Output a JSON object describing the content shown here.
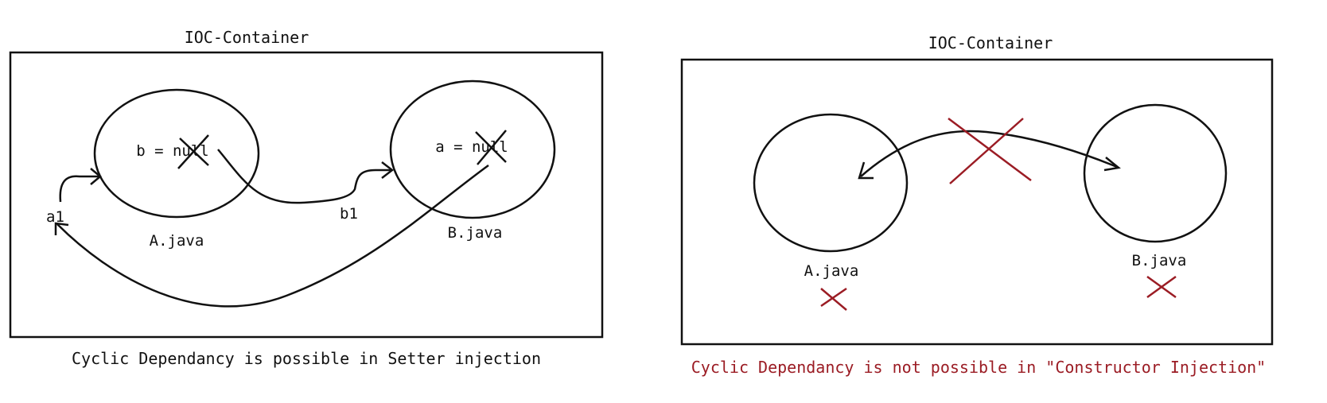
{
  "colors": {
    "ink": "#111111",
    "red": "#9b1c24",
    "background": "#ffffff"
  },
  "left": {
    "title": "IOC-Container",
    "bean_a_name": "A.java",
    "bean_b_name": "B.java",
    "bean_a_field": "b = null",
    "bean_b_field": "a = null",
    "ref_a": "a1",
    "ref_b": "b1",
    "caption": "Cyclic Dependancy is possible in Setter injection"
  },
  "right": {
    "title": "IOC-Container",
    "bean_a_name": "A.java",
    "bean_b_name": "B.java",
    "caption": "Cyclic Dependancy is not possible in \"Constructor Injection\""
  }
}
